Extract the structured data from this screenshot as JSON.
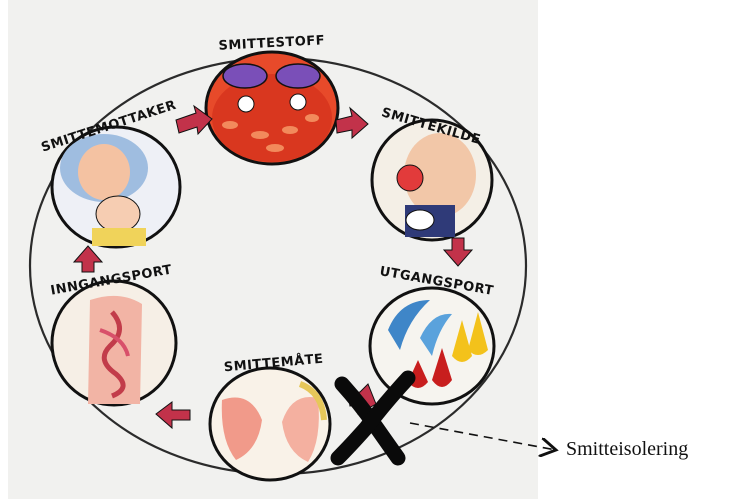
{
  "diagram": {
    "stages": {
      "smittestoff": "SMITTESTOFF",
      "smittekilde": "SMITTEKILDE",
      "utgangsport": "UTGANGSPORT",
      "smittemate": "SMITTEMÅTE",
      "inngangsport": "INNGANGSPORT",
      "smittemottaker": "SMITTEMOTTAKER"
    },
    "annotation": "Smitteisolering",
    "colors": {
      "ring": "#2b2b2b",
      "arrow": "#c2324a",
      "cross": "#0a0a0a",
      "background": "#f1f1ef"
    }
  }
}
